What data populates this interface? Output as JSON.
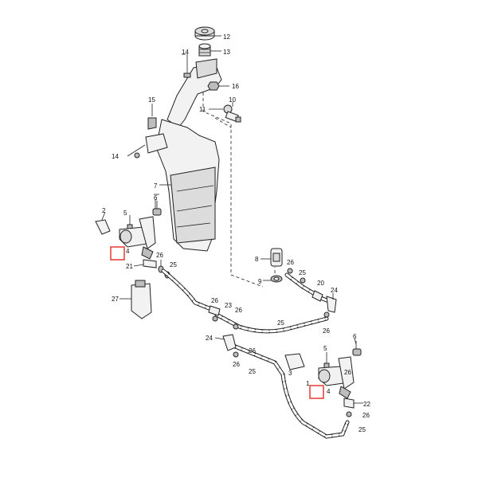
{
  "diagram": {
    "callouts": [
      {
        "id": "c12",
        "label": "12"
      },
      {
        "id": "c13",
        "label": "13"
      },
      {
        "id": "c14a",
        "label": "14"
      },
      {
        "id": "c16",
        "label": "16"
      },
      {
        "id": "c15",
        "label": "15"
      },
      {
        "id": "c10",
        "label": "10"
      },
      {
        "id": "c11",
        "label": "11"
      },
      {
        "id": "c14b",
        "label": "14"
      },
      {
        "id": "c7",
        "label": "7"
      },
      {
        "id": "c6a",
        "label": "6"
      },
      {
        "id": "c2",
        "label": "2"
      },
      {
        "id": "c5",
        "label": "5"
      },
      {
        "id": "c4a",
        "label": "4"
      },
      {
        "id": "c21",
        "label": "21"
      },
      {
        "id": "c26a",
        "label": "26"
      },
      {
        "id": "c25a",
        "label": "25"
      },
      {
        "id": "c27",
        "label": "27"
      },
      {
        "id": "c8",
        "label": "8"
      },
      {
        "id": "c26b",
        "label": "26"
      },
      {
        "id": "c9",
        "label": "9"
      },
      {
        "id": "c25b",
        "label": "25"
      },
      {
        "id": "c20",
        "label": "20"
      },
      {
        "id": "c24a",
        "label": "24"
      },
      {
        "id": "c26c",
        "label": "26"
      },
      {
        "id": "c23",
        "label": "23"
      },
      {
        "id": "c26d",
        "label": "26"
      },
      {
        "id": "c25c",
        "label": "25"
      },
      {
        "id": "c24b",
        "label": "24"
      },
      {
        "id": "c26e",
        "label": "26"
      },
      {
        "id": "c26f",
        "label": "26"
      },
      {
        "id": "c25d",
        "label": "25"
      },
      {
        "id": "c26g",
        "label": "26"
      },
      {
        "id": "c6b",
        "label": "6"
      },
      {
        "id": "c5b",
        "label": "5"
      },
      {
        "id": "c3",
        "label": "3"
      },
      {
        "id": "c1",
        "label": "1"
      },
      {
        "id": "c4b",
        "label": "4"
      },
      {
        "id": "c22",
        "label": "22"
      },
      {
        "id": "c26h",
        "label": "26"
      },
      {
        "id": "c25e",
        "label": "25"
      },
      {
        "id": "c26i",
        "label": "26"
      }
    ],
    "highlight_color": "#e53935"
  }
}
